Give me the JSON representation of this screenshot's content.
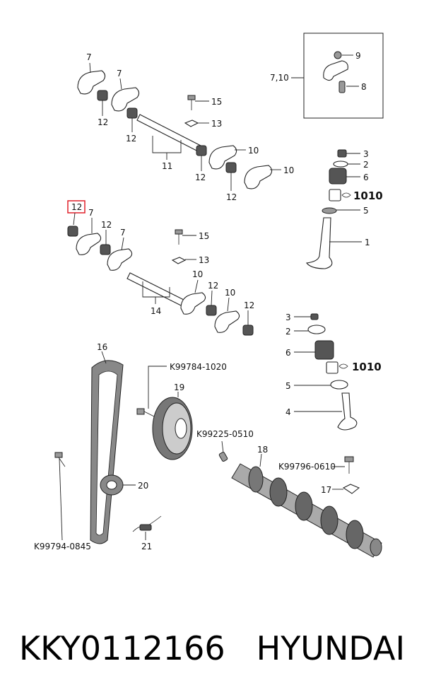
{
  "labels": {
    "rocker_arm": "7",
    "spring_12": "12",
    "highlighted_12": "12",
    "bolt_15": "15",
    "clip_13": "13",
    "shaft_11": "11",
    "shaft_14": "14",
    "rocker_arm_10": "10",
    "inset_ref": "7,10",
    "nut_9": "9",
    "screw_8": "8",
    "keeper_3": "3",
    "retainer_2": "2",
    "spring_6": "6",
    "seal_1010": "1010",
    "seat_5": "5",
    "valve_1": "1",
    "valve_4": "4",
    "belt_16": "16",
    "sprocket_19": "19",
    "camshaft_18": "18",
    "tensioner_20": "20",
    "spring_21": "21",
    "bracket_17": "17",
    "bolt_k99784": "K99784-1020",
    "pin_k99225": "K99225-0510",
    "bolt_k99796": "K99796-0610",
    "bolt_k99794": "K99794-0845"
  },
  "footer": {
    "part_number": "KKY0112166",
    "brand": "HYUNDAI"
  },
  "colors": {
    "highlight": "#e0202a",
    "ink": "#111111"
  }
}
